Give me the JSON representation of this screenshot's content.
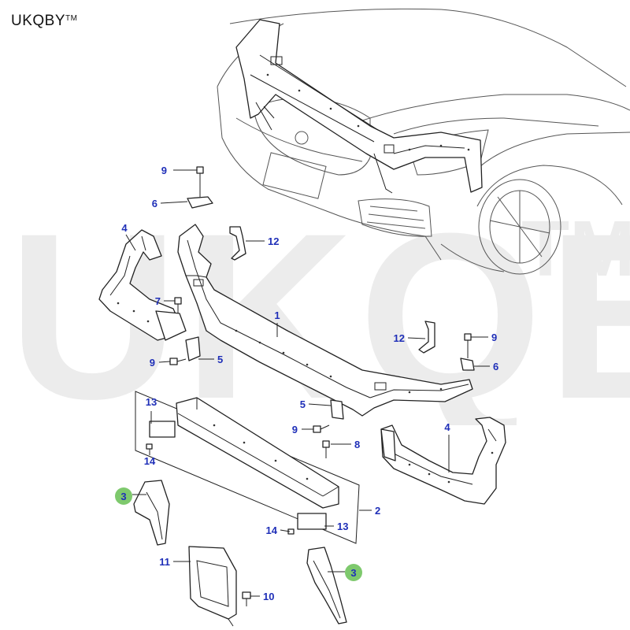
{
  "brand": {
    "name": "UKQBY",
    "tm": "TM"
  },
  "watermark": {
    "text": "UKQBY",
    "tm": "TM"
  },
  "colors": {
    "callout_blue": "#1f2fb8",
    "highlight_green": "#7ec96d",
    "line": "#222222",
    "watermark": "#ececec"
  },
  "callouts": {
    "c9_top": "9",
    "c6_top": "6",
    "c4_left": "4",
    "c12_top": "12",
    "c7": "7",
    "c1": "1",
    "c9_mid": "9",
    "c5_mid": "5",
    "c12_right": "12",
    "c9_right": "9",
    "c6_right": "6",
    "c5_lower": "5",
    "c9_lower": "9",
    "c8": "8",
    "c4_right": "4",
    "c13_top": "13",
    "c14_top": "14",
    "c3_left": "3",
    "c2": "2",
    "c14_bottom": "14",
    "c13_bottom": "13",
    "c11": "11",
    "c10": "10",
    "c3_right": "3"
  }
}
